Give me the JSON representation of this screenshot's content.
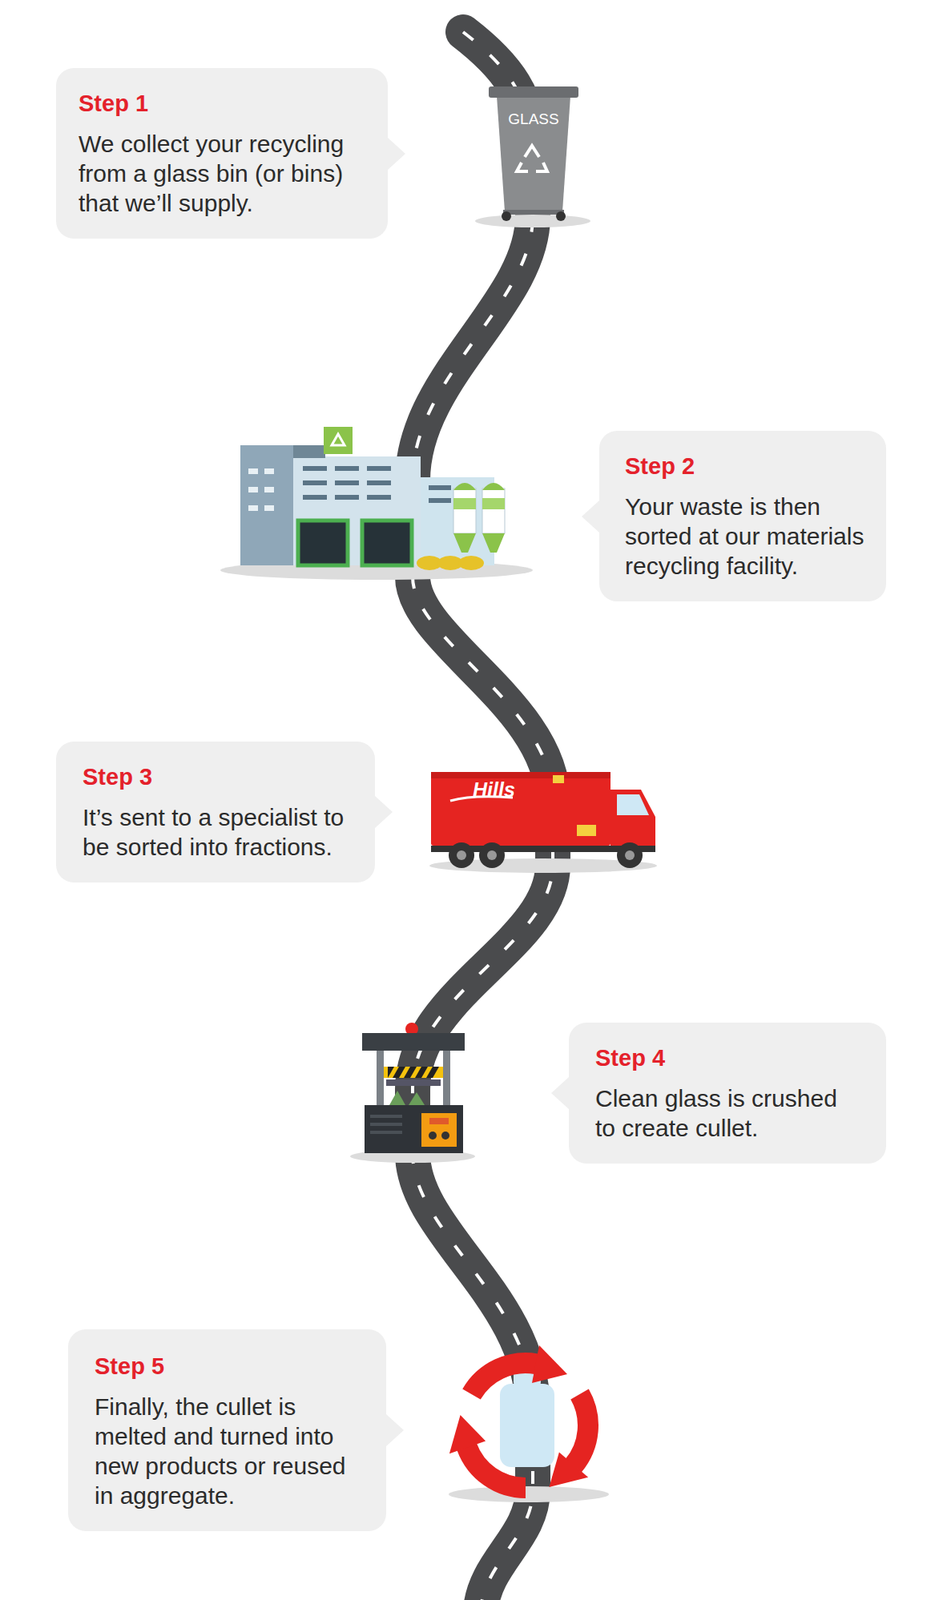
{
  "diagram": {
    "nodes": [
      {
        "text": [
          "Step 1",
          "We collect your recycling from a glass bin (or bins) that we’ll supply."
        ]
      },
      {
        "text": [
          "Step 2",
          "Your waste is then sorted at our materials recycling facility."
        ]
      },
      {
        "text": [
          "Step 3",
          "It’s sent to a specialist to be sorted into fractions."
        ]
      },
      {
        "text": [
          "Step 4",
          "Clean glass is crushed to create cullet."
        ]
      },
      {
        "text": [
          "Step 5",
          "Finally, the cullet is melted and turned into new products or reused in aggregate."
        ]
      }
    ],
    "labels": [
      "GLASS",
      "Hills"
    ]
  }
}
